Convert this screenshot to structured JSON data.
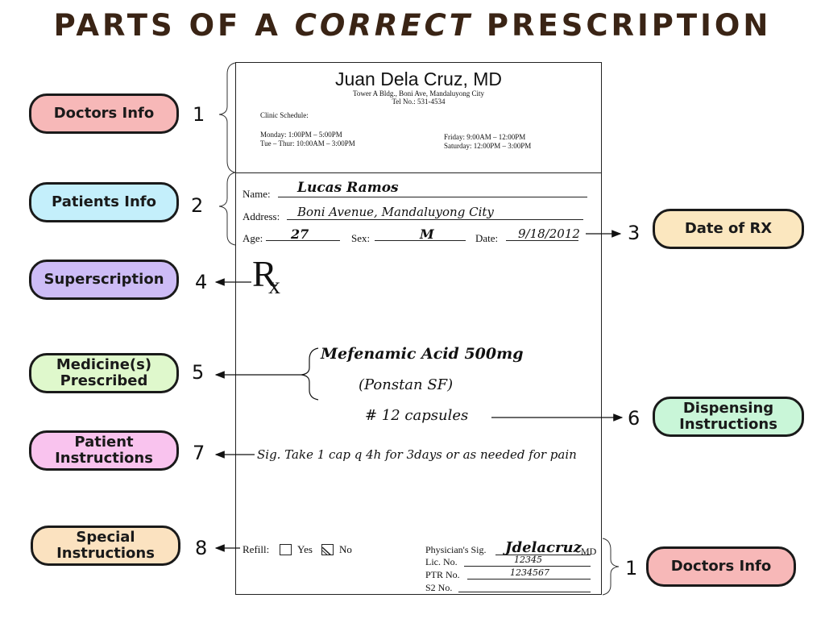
{
  "title": {
    "part1": "PARTS OF A ",
    "emphasis": "CORRECT",
    "part2": " PRESCRIPTION"
  },
  "labels": {
    "doctors_info": "Doctors Info",
    "patients_info": "Patients Info",
    "superscription": "Superscription",
    "medicine_prescribed": "Medicine(s) Prescribed",
    "patient_instructions": "Patient Instructions",
    "special_instructions": "Special Instructions",
    "date_of_rx": "Date of RX",
    "dispensing_instructions": "Dispensing Instructions",
    "doctors_info_bottom": "Doctors Info"
  },
  "numbers": {
    "n1": "1",
    "n2": "2",
    "n3": "3",
    "n4": "4",
    "n5": "5",
    "n6": "6",
    "n7": "7",
    "n8": "8",
    "n1b": "1"
  },
  "colors": {
    "doctors_info": "#f7b8b8",
    "patients_info": "#c4effb",
    "superscription": "#cdbcf6",
    "medicine_prescribed": "#dff8cc",
    "patient_instructions": "#f9c3ee",
    "special_instructions": "#fbe2c0",
    "date_of_rx": "#fbe7bf",
    "dispensing_instructions": "#c9f6d8",
    "doctors_info_bottom": "#f7b8b8",
    "title": "#3a2415"
  },
  "prescription": {
    "doctor_name": "Juan Dela Cruz, MD",
    "address": "Tower A Bldg., Boni Ave, Mandaluyong City",
    "tel": "Tel No.: 531-4534",
    "clinic_schedule_label": "Clinic Schedule:",
    "sched_mon": "Monday: 1:00PM – 5:00PM",
    "sched_tue": "Tue – Thur: 10:00AM – 3:00PM",
    "sched_fri": "Friday: 9:00AM – 12:00PM",
    "sched_sat": "Saturday: 12:00PM – 3:00PM",
    "name_label": "Name:",
    "name_value": "Lucas Ramos",
    "address_label": "Address:",
    "address_value": "Boni Avenue, Mandaluyong City",
    "age_label": "Age:",
    "age_value": "27",
    "sex_label": "Sex:",
    "sex_value": "M",
    "date_label": "Date:",
    "date_value": "9/18/2012",
    "rx_symbol": "R",
    "rx_sub": "x",
    "medicine_line1": "Mefenamic Acid 500mg",
    "medicine_line2": "(Ponstan SF)",
    "dispense": "# 12 capsules",
    "sig": "Sig. Take 1 cap q 4h for 3days or as needed for pain",
    "refill_label": "Refill:",
    "refill_yes": "Yes",
    "refill_no": "No",
    "physician_sig_label": "Physician's Sig.",
    "physician_sig_value": "Jdelacruz",
    "md": "MD",
    "lic_label": "Lic. No.",
    "lic_value": "12345",
    "ptr_label": "PTR No.",
    "ptr_value": "1234567",
    "s2_label": "S2 No."
  }
}
